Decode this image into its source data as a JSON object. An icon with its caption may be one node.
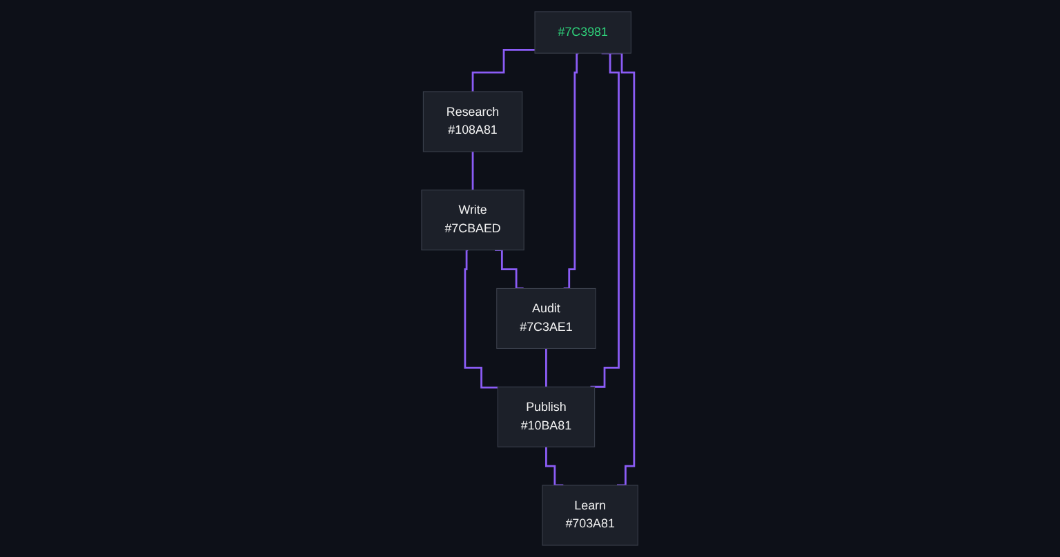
{
  "diagram": {
    "nodes": [
      {
        "text": [
          "#7C3981"
        ]
      },
      {
        "text": [
          "Research",
          "#108A81"
        ]
      },
      {
        "text": [
          "Write",
          "#7CBAED"
        ]
      },
      {
        "text": [
          "Publish",
          "#10BA81"
        ]
      },
      {
        "text": [
          "Learn",
          "#703A81"
        ]
      },
      {
        "text": [
          "Audit",
          "#7C3AE1"
        ]
      }
    ],
    "edges": [
      {
        "from": 0,
        "to": 1,
        "arrow": "none"
      },
      {
        "from": 0,
        "to": 5,
        "arrow": "none"
      },
      {
        "from": 0,
        "to": 3,
        "arrow": "none"
      },
      {
        "from": 0,
        "to": 4,
        "arrow": "none"
      },
      {
        "from": 2,
        "to": 3,
        "arrow": "none"
      },
      {
        "from": 1,
        "to": 2,
        "arrow": "none"
      },
      {
        "from": 3,
        "to": 4,
        "arrow": "none"
      },
      {
        "from": 2,
        "to": 5,
        "arrow": "none"
      },
      {
        "from": 5,
        "to": 3,
        "arrow": "none"
      }
    ]
  }
}
